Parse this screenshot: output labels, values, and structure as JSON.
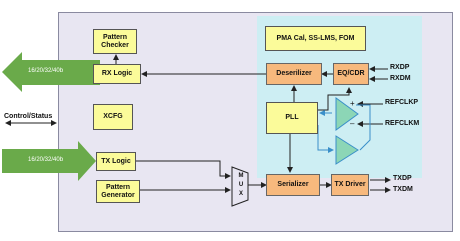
{
  "blocks": {
    "pattern_checker": "Pattern Checker",
    "rx_logic": "RX Logic",
    "xcfg": "XCFG",
    "tx_logic": "TX Logic",
    "pattern_generator": "Pattern Generator",
    "pma": "PMA Cal, SS-LMS, FOM",
    "deserializer": "Deserilizer",
    "eq_cdr": "EQ/CDR",
    "pll": "PLL",
    "serializer": "Serializer",
    "tx_driver": "TX Driver",
    "mux": "M\nU\nX"
  },
  "buses": {
    "rx_width": "16/20/32/40b",
    "tx_width": "16/20/32/40b"
  },
  "signals": {
    "control_status": "Control/Status",
    "rxdp": "RXDP",
    "rxdm": "RXDM",
    "refclkp": "REFCLKP",
    "refclkm": "REFCLKM",
    "txdp": "TXDP",
    "txdm": "TXDM"
  },
  "colors": {
    "block_fill": "#fbfb9a",
    "pma_block_fill": "#f7b97d",
    "pma_zone": "#cdeef3",
    "chip_fill": "#e8e6f2",
    "bus_arrow": "#6aaa4a"
  }
}
